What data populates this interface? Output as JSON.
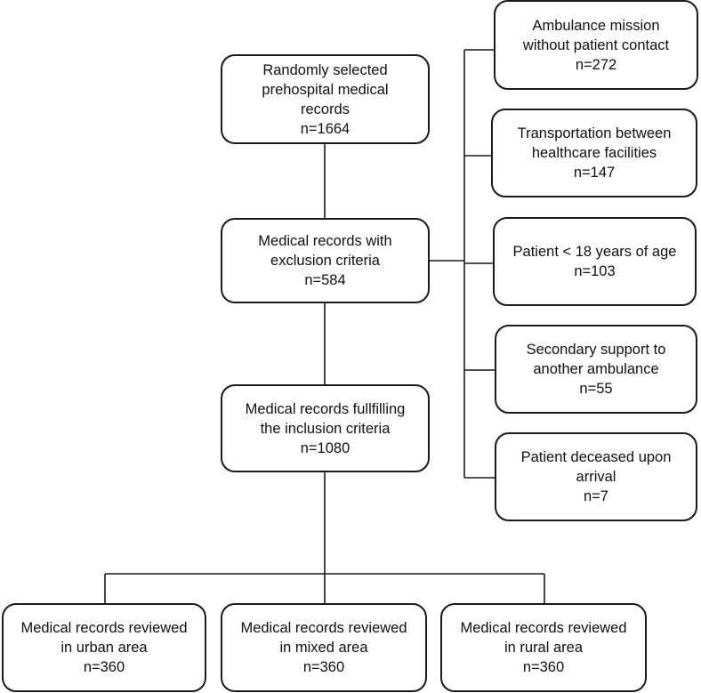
{
  "diagram": {
    "main_flow": {
      "selected": "Randomly selected\nprehospital medical\nrecords\nn=1664",
      "excluded": "Medical records with\nexclusion criteria\nn=584",
      "included": "Medical records fullfilling\nthe inclusion criteria\nn=1080"
    },
    "exclusions": [
      "Ambulance mission\nwithout patient contact\nn=272",
      "Transportation between\nhealthcare facilities\nn=147",
      "Patient < 18 years of age\nn=103",
      "Secondary support to\nanother ambulance\nn=55",
      "Patient deceased upon\narrival\nn=7"
    ],
    "areas": [
      "Medical records reviewed\nin urban area\nn=360",
      "Medical records reviewed\nin mixed area\nn=360",
      "Medical records reviewed\nin rural area\nn=360"
    ]
  }
}
